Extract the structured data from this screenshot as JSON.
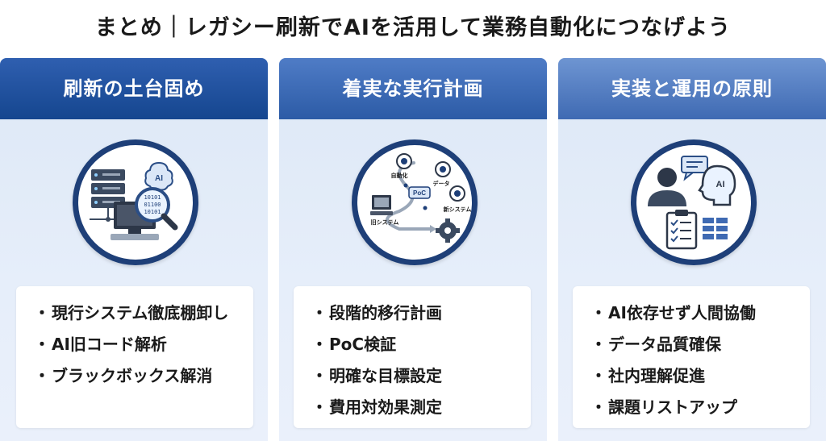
{
  "title": "まとめ｜レガシー刷新でAIを活用して業務自動化につなげよう",
  "columns": [
    {
      "header": "刷新の土台固め",
      "illustration": {
        "icons": [
          "server-icon",
          "brain-ai-icon",
          "magnifier-binary-icon",
          "computer-icon"
        ],
        "badge": "AI",
        "binary": [
          "10101",
          "01100",
          "10101"
        ]
      },
      "items": [
        "現行システム徹底棚卸し",
        "AI旧コード解析",
        "ブラックボックス解消"
      ]
    },
    {
      "header": "着実な実行計画",
      "illustration": {
        "icons": [
          "target-icon",
          "computer-icon",
          "gear-icon",
          "roadmap-icon"
        ],
        "labels": [
          "自動化",
          "データ",
          "新システム",
          "旧システム"
        ],
        "badge": "PoC"
      },
      "items": [
        "段階的移行計画",
        "PoC検証",
        "明確な目標設定",
        "費用対効果測定"
      ]
    },
    {
      "header": "実装と運用の原則",
      "illustration": {
        "icons": [
          "person-icon",
          "ai-head-icon",
          "chat-bubble-icon",
          "checklist-icon",
          "data-blocks-icon"
        ],
        "badge": "AI"
      },
      "items": [
        "AI依存せず人間協働",
        "データ品質確保",
        "社内理解促進",
        "課題リストアップ"
      ]
    }
  ],
  "colors": {
    "dark_navy": "#1e3f78",
    "header1": "#15468f",
    "header2": "#2c5ba6",
    "header3": "#3f6ab3",
    "panel_bg": "#e3ecf8"
  }
}
